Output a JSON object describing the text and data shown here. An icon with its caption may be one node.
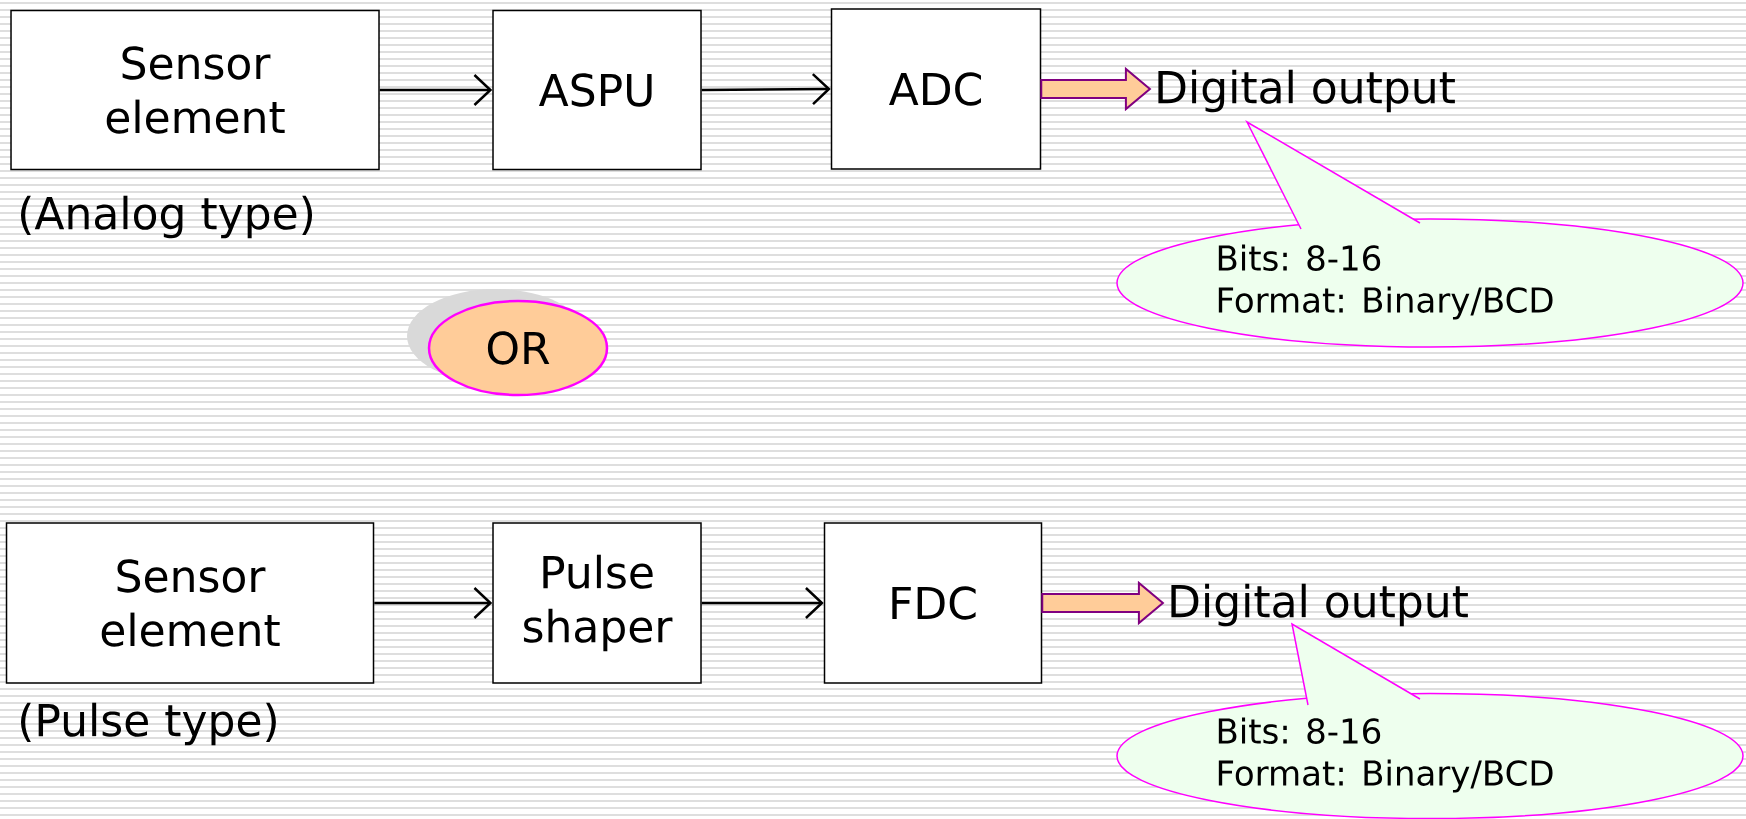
{
  "diagram": {
    "nodes": [
      {
        "text": [
          "Sensor element"
        ],
        "beside": [
          "(Analog type)"
        ]
      },
      {
        "text": [
          "ASPU"
        ]
      },
      {
        "text": [
          "ADC"
        ]
      },
      {
        "text": [
          "Digital output"
        ]
      },
      {
        "text": [
          "Bits: 8-16",
          "Format: Binary/BCD"
        ]
      },
      {
        "text": [
          "OR"
        ]
      },
      {
        "text": [
          "Sensor element"
        ],
        "beside": [
          "(Pulse type)"
        ]
      },
      {
        "text": [
          "Pulse shaper"
        ]
      },
      {
        "text": [
          "FDC"
        ]
      },
      {
        "text": [
          "Digital output"
        ]
      },
      {
        "text": [
          "Bits: 8-16",
          "Format: Binary/BCD"
        ]
      }
    ],
    "edges": [
      {
        "from": 0,
        "to": 1,
        "arrow": "to"
      },
      {
        "from": 1,
        "to": 2,
        "arrow": "to"
      },
      {
        "from": 2,
        "to": 3,
        "arrow": "to",
        "style": "thick",
        "color": "#800080"
      },
      {
        "from": 6,
        "to": 7,
        "arrow": "to"
      },
      {
        "from": 7,
        "to": 8,
        "arrow": "to"
      },
      {
        "from": 8,
        "to": 9,
        "arrow": "to",
        "style": "thick",
        "color": "#800080"
      }
    ]
  }
}
